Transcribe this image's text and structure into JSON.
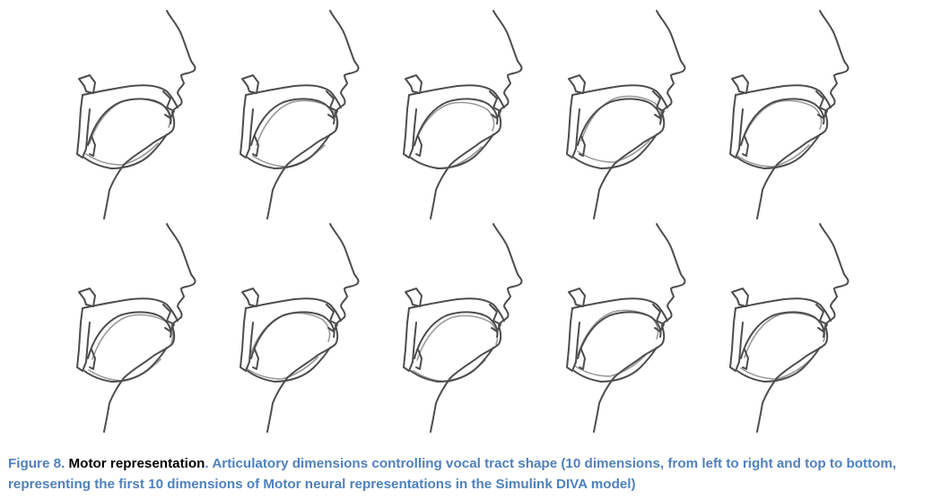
{
  "figure": {
    "panel_count": 10,
    "columns": 5,
    "rows": 2
  },
  "caption": {
    "label": "Figure 8.",
    "title": "Motor representation",
    "separator": ".",
    "body": "Articulatory dimensions controlling vocal tract shape (10 dimensions, from left to right and top to bottom, representing the first 10 dimensions of Motor neural representations in the Simulink DIVA model)"
  },
  "colors": {
    "caption_blue": "#4f81bd",
    "caption_title": "#000000",
    "outline": "#4d4d4d",
    "variant_outline": "#9a9a9a"
  }
}
